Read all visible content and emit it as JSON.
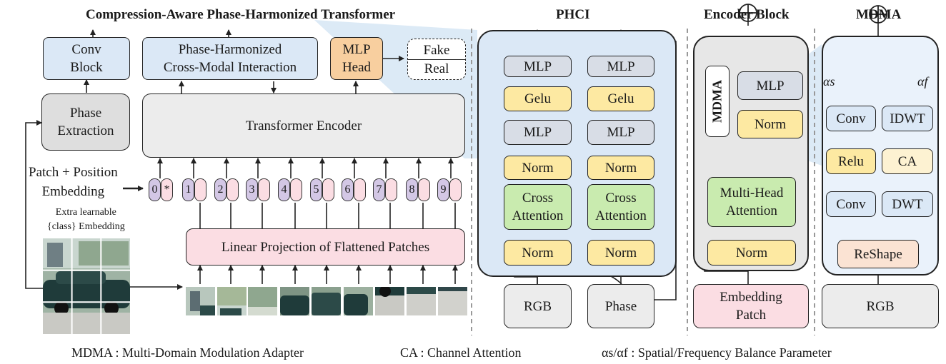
{
  "titles": {
    "main": "Compression-Aware Phase-Harmonized Transformer",
    "phci": "PHCI",
    "encoder": "Encoder Block",
    "mdma": "MDMA"
  },
  "main": {
    "conv_block": "Conv\nBlock",
    "phci_box": "Phase-Harmonized\nCross-Modal Interaction",
    "mlp_head": "MLP\nHead",
    "fake": "Fake",
    "real": "Real",
    "phase_extraction": "Phase\nExtraction",
    "transformer_encoder": "Transformer Encoder",
    "patch_embedding": "Patch + Position\nEmbedding",
    "extra_embedding": "Extra learnable\n{class} Embedding",
    "linear_projection": "Linear Projection of Flattened Patches",
    "tokens": [
      "0",
      "1",
      "2",
      "3",
      "4",
      "5",
      "6",
      "7",
      "8",
      "9"
    ],
    "class_token_marker": "*"
  },
  "phci": {
    "mlp": "MLP",
    "gelu": "Gelu",
    "norm": "Norm",
    "cross_attention": "Cross\nAttention",
    "rgb": "RGB",
    "phase": "Phase"
  },
  "encoder_block": {
    "mdma": "MDMA",
    "mlp": "MLP",
    "norm": "Norm",
    "multi_head_attention": "Multi-Head\nAttention",
    "embedding_patch": "Embedding\nPatch"
  },
  "mdma": {
    "conv": "Conv",
    "idwt": "IDWT",
    "relu": "Relu",
    "ca": "CA",
    "dwt": "DWT",
    "reshape": "ReShape",
    "rgb": "RGB",
    "alpha_s": "αs",
    "alpha_f": "αf"
  },
  "legend": {
    "mdma": "MDMA : Multi-Domain Modulation Adapter",
    "ca": "CA : Channel Attention",
    "alpha": "αs/αf : Spatial/Frequency Balance  Parameter"
  },
  "colors": {
    "blue": "#dbe8f6",
    "yellow": "#fde9a2",
    "green": "#c9ebaf",
    "orange": "#f8cf9f",
    "pink": "#fbdde3",
    "slate": "#d8dde6",
    "purple": "#d3c7e5"
  }
}
